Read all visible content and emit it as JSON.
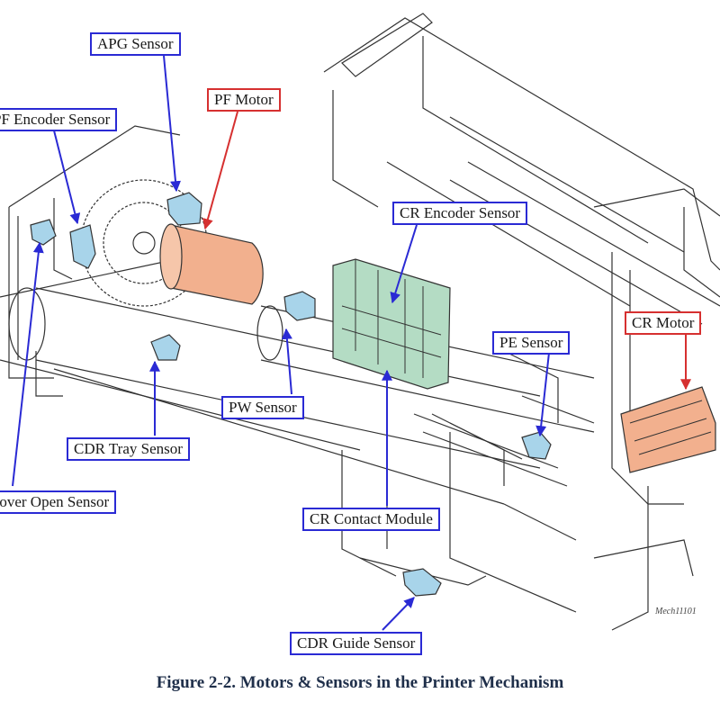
{
  "labels": {
    "apg_sensor": "APG Sensor",
    "pf_motor": "PF Motor",
    "pf_encoder_sensor": "PF Encoder Sensor",
    "cr_encoder_sensor": "CR Encoder Sensor",
    "cr_motor": "CR Motor",
    "pe_sensor": "PE Sensor",
    "pw_sensor": "PW Sensor",
    "cdr_tray_sensor": "CDR Tray Sensor",
    "cover_open_sensor": "Cover Open Sensor",
    "cr_contact_module": "CR Contact Module",
    "cdr_guide_sensor": "CDR Guide Sensor"
  },
  "caption": "Figure 2-2.  Motors & Sensors in the Printer Mechanism",
  "image_code": "Mech11101",
  "colors": {
    "sensor_border": "#2a2ad4",
    "motor_border": "#d63030",
    "sensor_fill": "#a8d4ea",
    "motor_fill": "#f2b08e",
    "module_fill": "#b4dcc4"
  }
}
